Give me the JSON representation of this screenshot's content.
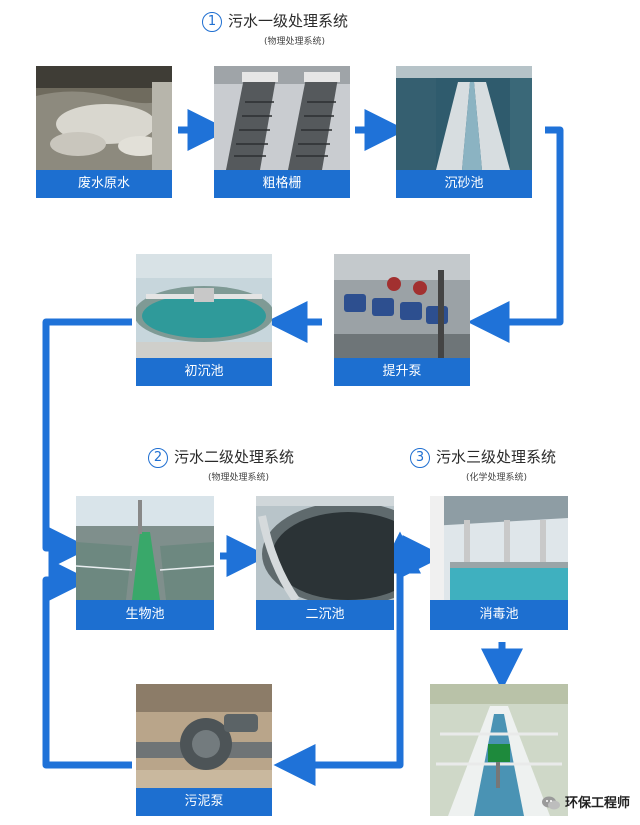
{
  "sections": [
    {
      "num": "1",
      "title": "污水一级处理系统",
      "subtitle": "(物理处理系统)"
    },
    {
      "num": "2",
      "title": "污水二级处理系统",
      "subtitle": "(物理处理系统)"
    },
    {
      "num": "3",
      "title": "污水三级处理系统",
      "subtitle": "(化学处理系统)"
    }
  ],
  "stages": {
    "raw_water": "废水原水",
    "coarse_screen": "粗格栅",
    "grit_chamber": "沉砂池",
    "lift_pump": "提升泵",
    "primary_clarifier": "初沉池",
    "bio_tank": "生物池",
    "secondary_clarifier": "二沉池",
    "disinfection_tank": "消毒池",
    "sludge_pump": "污泥泵",
    "outfall": ""
  },
  "watermark": "环保工程师",
  "colors": {
    "accent": "#1d6fd0",
    "arrow": "#1f72d8"
  }
}
